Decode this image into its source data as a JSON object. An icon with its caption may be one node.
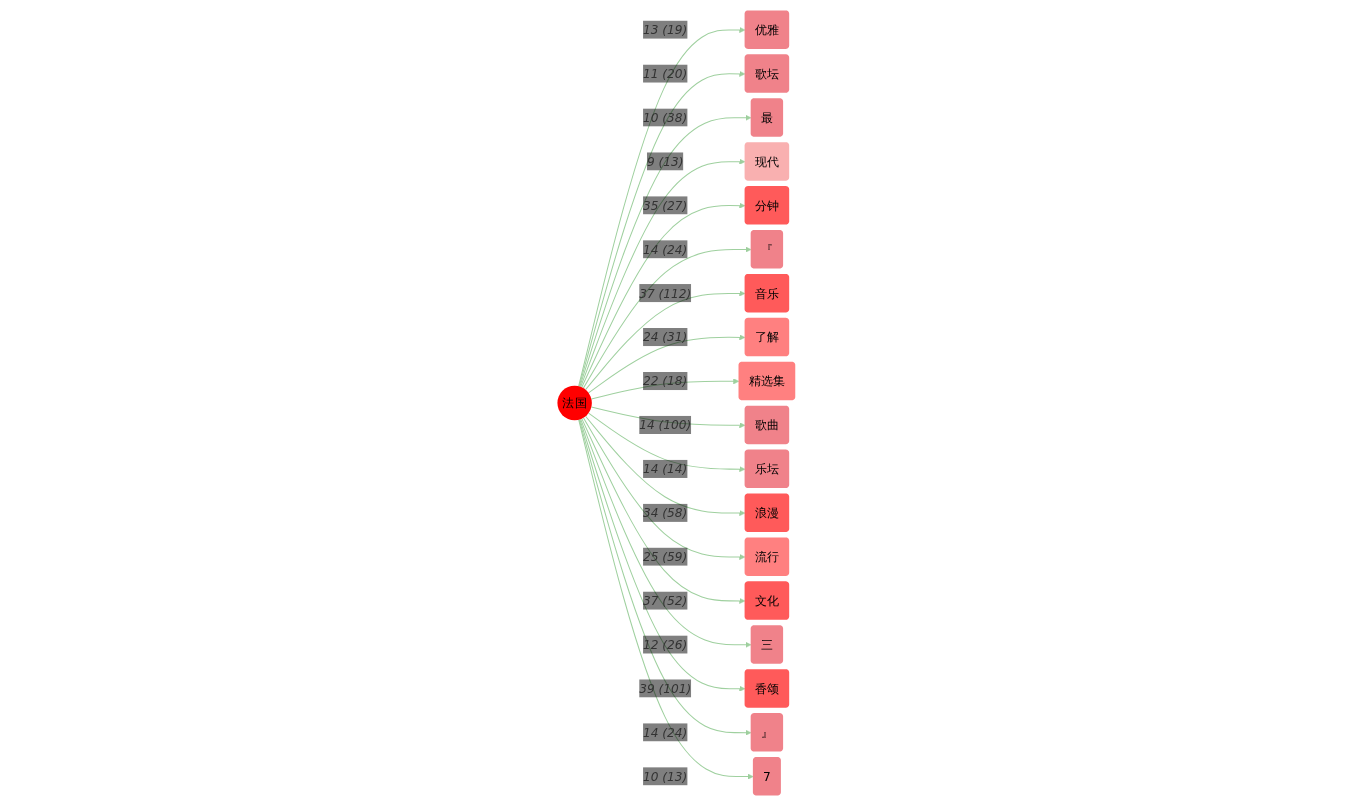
{
  "diagram": {
    "nodes": [
      {
        "text": [
          "法国"
        ]
      },
      {
        "text": [
          "优雅"
        ]
      },
      {
        "text": [
          "最"
        ]
      },
      {
        "text": [
          "歌坛"
        ]
      },
      {
        "text": [
          "现代"
        ]
      },
      {
        "text": [
          "分钟"
        ]
      },
      {
        "text": [
          "『"
        ]
      },
      {
        "text": [
          "音乐"
        ]
      },
      {
        "text": [
          "了解"
        ]
      },
      {
        "text": [
          "精选集"
        ]
      },
      {
        "text": [
          "歌曲"
        ]
      },
      {
        "text": [
          "乐坛"
        ]
      },
      {
        "text": [
          "浪漫"
        ]
      },
      {
        "text": [
          "流行"
        ]
      },
      {
        "text": [
          "文化"
        ]
      },
      {
        "text": [
          "三"
        ]
      },
      {
        "text": [
          "香颂"
        ]
      },
      {
        "text": [
          "』"
        ]
      },
      {
        "text": [
          "7"
        ]
      }
    ],
    "edges": [
      {
        "from": 0,
        "to": 1,
        "arrow": "to",
        "label": "13 (19)"
      },
      {
        "from": 0,
        "to": 3,
        "arrow": "to",
        "label": "11 (20)"
      },
      {
        "from": 0,
        "to": 2,
        "arrow": "to",
        "label": "10 (38)"
      },
      {
        "from": 0,
        "to": 4,
        "arrow": "to",
        "label": "9 (13)"
      },
      {
        "from": 0,
        "to": 5,
        "arrow": "to",
        "label": "35 (27)"
      },
      {
        "from": 0,
        "to": 6,
        "arrow": "to",
        "label": "14 (24)"
      },
      {
        "from": 0,
        "to": 7,
        "arrow": "to",
        "label": "37 (112)"
      },
      {
        "from": 0,
        "to": 8,
        "arrow": "to",
        "label": "24 (31)"
      },
      {
        "from": 0,
        "to": 9,
        "arrow": "to",
        "label": "22 (18)"
      },
      {
        "from": 0,
        "to": 10,
        "arrow": "to",
        "label": "14 (100)"
      },
      {
        "from": 0,
        "to": 11,
        "arrow": "to",
        "label": "14 (14)"
      },
      {
        "from": 0,
        "to": 12,
        "arrow": "to",
        "label": "34 (58)"
      },
      {
        "from": 0,
        "to": 13,
        "arrow": "to",
        "label": "25 (59)"
      },
      {
        "from": 0,
        "to": 14,
        "arrow": "to",
        "label": "37 (52)"
      },
      {
        "from": 0,
        "to": 15,
        "arrow": "to",
        "label": "12 (26)"
      },
      {
        "from": 0,
        "to": 16,
        "arrow": "to",
        "label": "39 (101)"
      },
      {
        "from": 0,
        "to": 17,
        "arrow": "to",
        "label": "14 (24)"
      },
      {
        "from": 0,
        "to": 18,
        "arrow": "to",
        "label": "10 (13)"
      }
    ]
  }
}
